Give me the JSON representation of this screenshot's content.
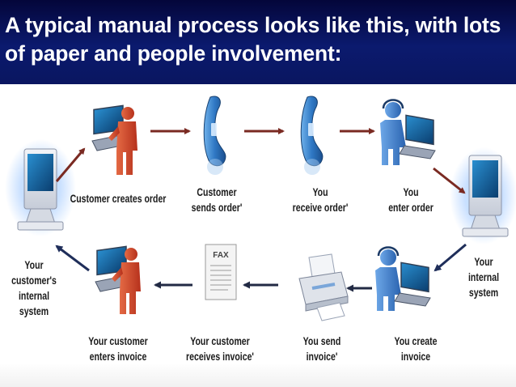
{
  "slide": {
    "title": "A typical manual process looks like this, with lots of paper and people involvement:"
  },
  "steps": {
    "customer_creates_order": "Customer creates order",
    "customer_sends_order": "Customer\nsends order'",
    "you_receive_order": "You\nreceive order'",
    "you_enter_order": "You\nenter order",
    "your_internal_system": "Your\ninternal\nsystem",
    "you_create_invoice": "You create\ninvoice",
    "you_send_invoice": "You send\ninvoice'",
    "customer_receives_invoice": "Your customer\nreceives invoice'",
    "customer_enters_invoice": "Your customer\nenters invoice",
    "customer_internal_system": "Your\ncustomer's\ninternal\nsystem"
  },
  "fax_label": "FAX",
  "colors": {
    "header_bg": "#0b1a6e",
    "arrow_top": "#7a2a22",
    "arrow_left": "#1f2e5a",
    "arrow_bottom": "#222a44",
    "person_red": "#d2452a",
    "phone_blue": "#2f78c4"
  },
  "icons": [
    "computer-icon",
    "person-at-laptop-icon",
    "telephone-icon",
    "headset-person-icon",
    "printer-icon",
    "fax-paper-icon"
  ]
}
